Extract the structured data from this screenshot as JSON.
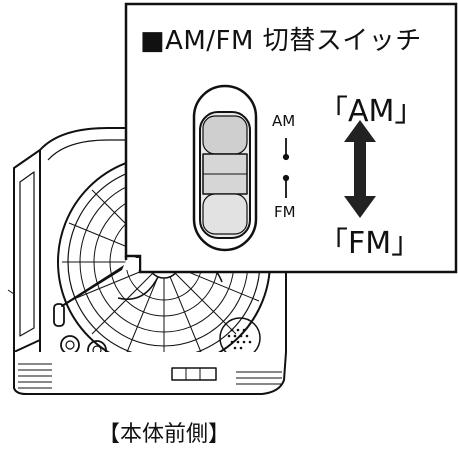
{
  "callout": {
    "title": "■AM/FM 切替スイッチ",
    "am_label_large": "「AM」",
    "fm_label_large": "「FM」",
    "am_label_small": "AM",
    "fm_label_small": "FM"
  },
  "caption": "【本体前側】",
  "colors": {
    "ink": "#111111",
    "background": "#ffffff",
    "shade": "#555555"
  },
  "icons": {
    "direction_arrow": "double-headed-vertical-arrow",
    "switch": "slide-switch"
  }
}
